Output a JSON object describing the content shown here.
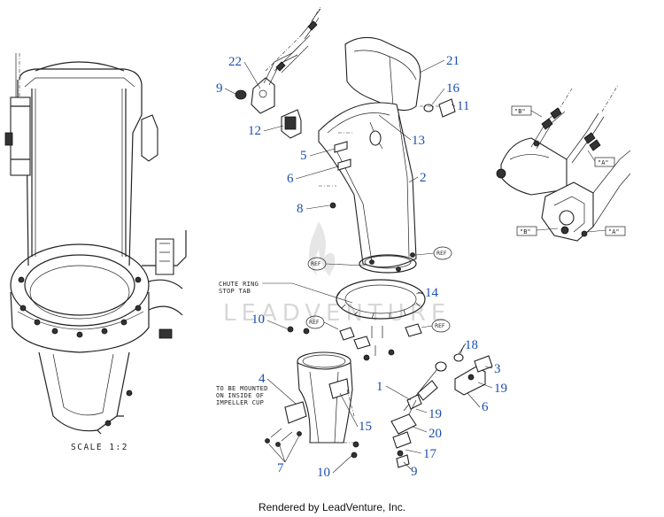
{
  "callouts": [
    "22",
    "9",
    "12",
    "5",
    "6",
    "8",
    "21",
    "16",
    "11",
    "13",
    "2",
    "14",
    "10",
    "4",
    "15",
    "7",
    "10",
    "1",
    "18",
    "3",
    "19",
    "6",
    "19",
    "20",
    "17",
    "9"
  ],
  "ref_label": "REF",
  "annotations": {
    "chute_ring_stop_tab": [
      "CHUTE RING",
      "STOP TAB"
    ],
    "impeller_note": [
      "TO BE MOUNTED",
      "ON INSIDE OF",
      "IMPELLER CUP"
    ],
    "scale": "SCALE 1:2"
  },
  "detail_labels": {
    "b_top": "\"B\"",
    "a_top": "\"A\"",
    "b_bottom": "\"B\"",
    "a_bottom": "\"A\""
  },
  "watermark": "LEADVENTURE",
  "footer": "Rendered by LeadVenture, Inc."
}
